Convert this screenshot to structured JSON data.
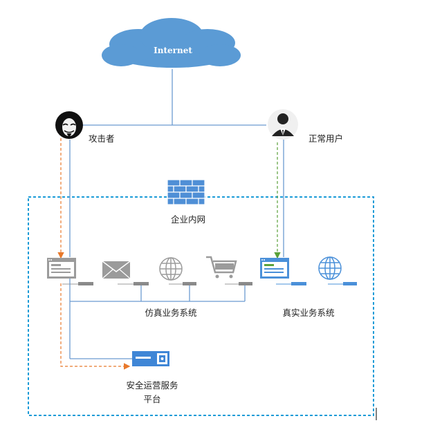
{
  "internet": {
    "label": "Internet",
    "icon": "cloud-icon"
  },
  "attacker": {
    "label": "攻击者",
    "icon": "anonymous-mask-icon"
  },
  "normal_user": {
    "label": "正常用户",
    "icon": "user-avatar-icon"
  },
  "intranet": {
    "label": "企业内网",
    "icon": "firewall-icon"
  },
  "simulated_system": {
    "label": "仿真业务系统",
    "servers": [
      {
        "icon": "web-server-icon"
      },
      {
        "icon": "mail-server-icon"
      },
      {
        "icon": "globe-server-icon"
      },
      {
        "icon": "shopping-cart-server-icon"
      }
    ]
  },
  "real_system": {
    "label": "真实业务系统",
    "servers": [
      {
        "icon": "web-server-icon"
      },
      {
        "icon": "globe-server-icon"
      }
    ]
  },
  "security_platform": {
    "label_line1": "安全运营服务",
    "label_line2": "平台",
    "icon": "security-appliance-icon"
  },
  "colors": {
    "line": "#6b9bd1",
    "attack_flow": "#e8792b",
    "normal_flow": "#5aa13a",
    "boundary": "#1a9bd7",
    "cloud": "#5b9bd5",
    "brick": "#4f8fd6",
    "gray_icon": "#9b9b9b",
    "blue_icon": "#4a90d9"
  }
}
